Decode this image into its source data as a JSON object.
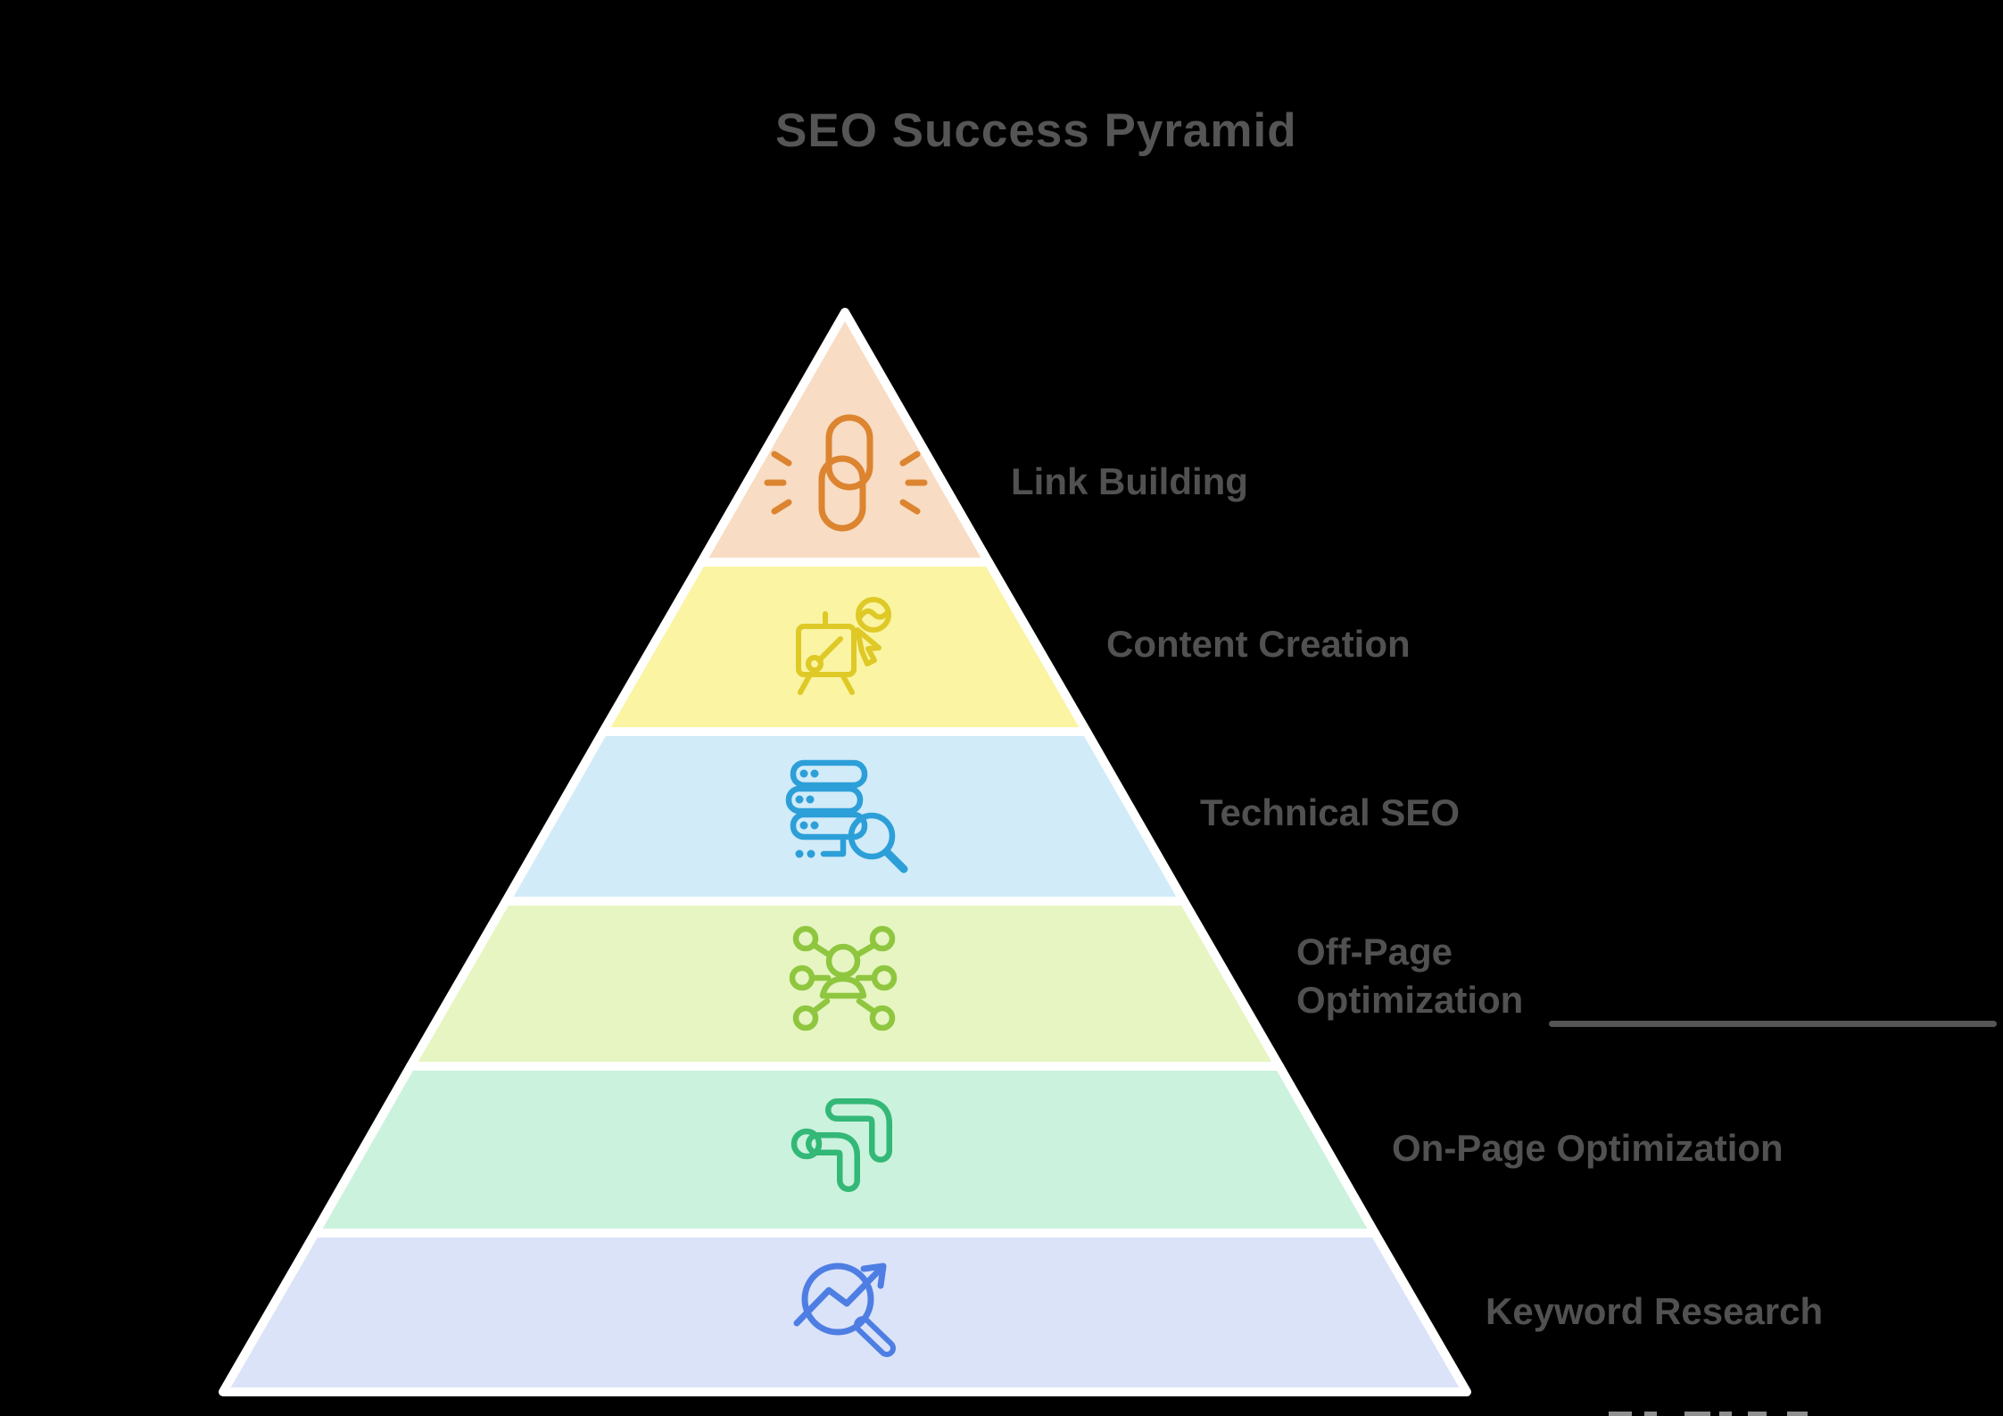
{
  "title": {
    "text": "SEO Success Pyramid"
  },
  "colors": {
    "background": "#000000",
    "title_text": "#555555",
    "label_text": "#515151",
    "separator": "#FFFFFF",
    "leader_line": "#555555",
    "watermark": "#8F8F8F"
  },
  "pyramid": {
    "levels": [
      {
        "label": "Link Building",
        "band_color": "#F8DCC3",
        "icon": "chain-link-icon",
        "icon_color": "#DC8430"
      },
      {
        "label": "Content Creation",
        "band_color": "#FAF4A3",
        "icon": "content-creation-icon",
        "icon_color": "#DFC926"
      },
      {
        "label": "Technical SEO",
        "band_color": "#D1EBF9",
        "icon": "server-search-icon",
        "icon_color": "#2C9FD8"
      },
      {
        "label": "Off-Page Optimization",
        "band_color": "#E6F5C1",
        "icon": "network-people-icon",
        "icon_color": "#8FC63F"
      },
      {
        "label": "On-Page Optimization",
        "band_color": "#CBF2DD",
        "icon": "corner-arrows-icon",
        "icon_color": "#33B877"
      },
      {
        "label": "Keyword Research",
        "band_color": "#DAE3F8",
        "icon": "trend-magnifier-icon",
        "icon_color": "#4E7EE3"
      }
    ]
  }
}
